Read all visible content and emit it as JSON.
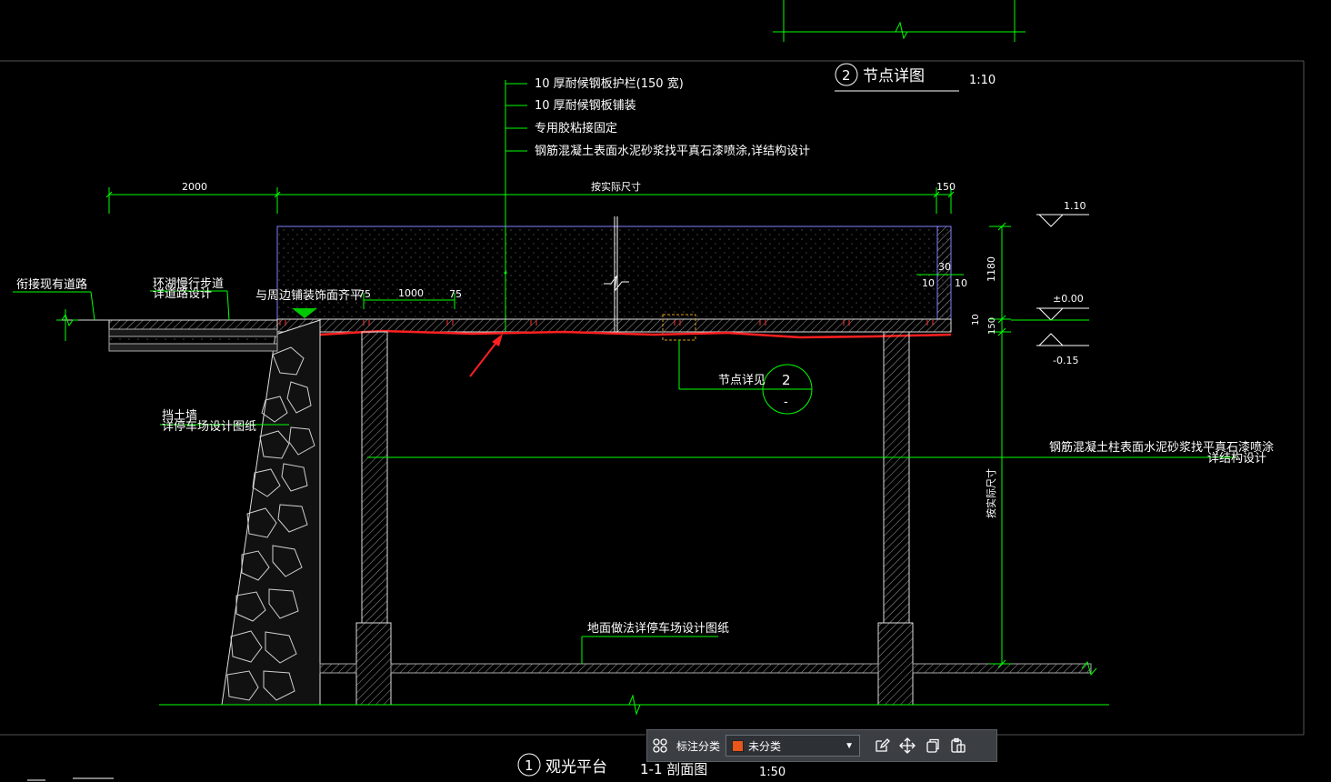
{
  "notes": {
    "note1": "10  厚耐候钢板护栏(150  宽)",
    "note2": "10  厚耐候钢板铺装",
    "note3": "专用胶粘接固定",
    "note4": "钢筋混凝土表面水泥砂浆找平真石漆喷涂,详结构设计"
  },
  "title_detail": {
    "num": "2",
    "name": "节点详图",
    "scale": "1:10"
  },
  "title_main": {
    "num": "1",
    "name": "观光平台",
    "section": "1-1  剖面图",
    "scale": "1:50"
  },
  "dims": {
    "d2000": "2000",
    "span": "按实际尺寸",
    "d150": "150",
    "d75a": "75",
    "d1000": "1000",
    "d75b": "75",
    "d30": "30",
    "d10a": "10",
    "d10b": "10",
    "d1180": "1180",
    "d10v": "10",
    "d150v": "150",
    "height": "按实际尺寸"
  },
  "elevations": {
    "e1": "1.10",
    "e2": "±0.00",
    "e3": "-0.15"
  },
  "labels": {
    "road_existing": "衔接现有道路",
    "walkway1": "环湖慢行步道",
    "walkway2": "详道路设计",
    "flush": "与周边铺装饰面齐平",
    "wall1": "挡土墙",
    "wall2": "详停车场设计图纸",
    "node_ref": "节点详见",
    "node_num": "2",
    "node_sheet": "-",
    "column1": "钢筋混凝土柱表面水泥砂浆找平真石漆喷涂",
    "column2": "详结构设计",
    "ground": "地面做法详停车场设计图纸"
  },
  "toolbar": {
    "label": "标注分类",
    "selected": "未分类",
    "swatch_color": "#e8561c",
    "icons": [
      "grid-icon",
      "edit-icon",
      "move-icon",
      "copy-icon",
      "paste-icon"
    ]
  },
  "colors": {
    "dim": "#00ff00",
    "outline": "#ffffff",
    "panel": "#8080ff",
    "highlight": "#ff2020",
    "marker": "#00c800"
  }
}
